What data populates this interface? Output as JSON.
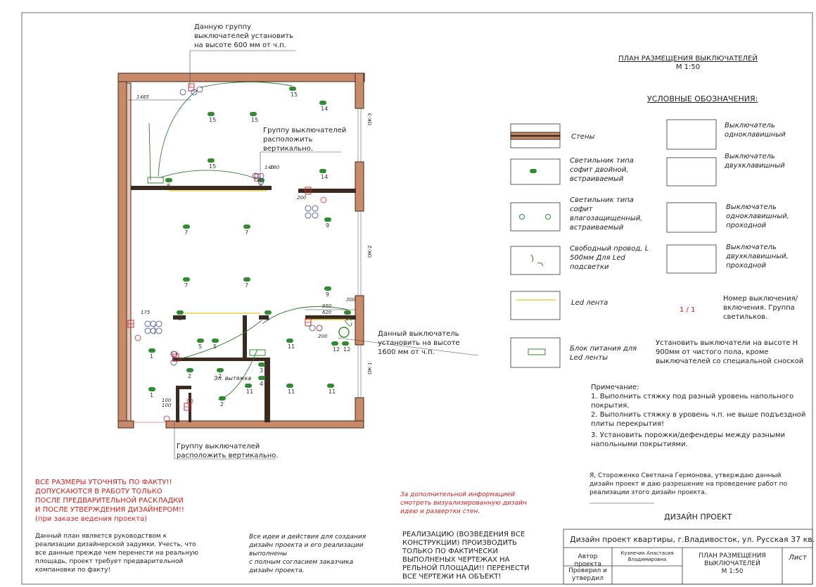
{
  "title": {
    "line1": "ПЛАН РАЗМЕЩЕНИЯ ВЫКЛЮЧАТЕЛЕЙ",
    "line2": "М 1:50"
  },
  "legend": {
    "heading": "УСЛОВНЫЕ ОБОЗНАЧЕНИЯ:",
    "left": [
      "Стены",
      "Светильник типа софит двойной, встраиваемый",
      "Светильник типа софит влагозащищенный, встраиваемый",
      "Свободный провод, L 500мм Для Led подсветки",
      "Led лента",
      "Блок питания для Led ленты"
    ],
    "right": [
      "Выключатель одноклавишный",
      "Выключатель двухклавишный",
      "Выключатель одноклавишный, проходной",
      "Выключатель двухклавишный, проходной",
      "Номер выключения/включения. Группа светильков."
    ],
    "number_sample": "1 / 1",
    "height_note": "Установить выключатели на высоте Н 900мм от чистого пола, кроме выключателей со специальной сноской"
  },
  "notes": {
    "heading": "Примечание:",
    "items": [
      "1. Выполнить стяжку под разный уровень напольного покрытия.",
      "2. Выполнить стяжку в уровень ч.п. не выше подъездной плиты перекрытия!",
      "3. Установить порожки/дефендеры между разными напольными покрытиями."
    ]
  },
  "approval": "Я, Стороженко  Светлана Гермонова, утверждаю данный дизайн проект и даю разрешение на проведение работ по реализации этого дизайн проекта.",
  "design_project_label": "ДИЗАЙН ПРОЕКТ",
  "plan_annotations": {
    "top": "Данную группу выключателей установить на высоте 600 мм от ч.п.",
    "vertical_1": "Группу выключателей расположить вертикально.",
    "switch_1600": "Данный выключатель установить на высоте 1600 мм от ч.п.",
    "vertical_2": "Группу выключателей расположить вертикально.",
    "room_label": "Эл. вытяжка",
    "windows": [
      "ОК-3",
      "ОК-2",
      "ОК-1"
    ]
  },
  "plan_numbers": {
    "lights": [
      "15",
      "14",
      "15",
      "15",
      "15",
      "14",
      "8",
      "8",
      "7",
      "7",
      "7",
      "7",
      "9",
      "9",
      "5",
      "5",
      "11",
      "11",
      "11",
      "11",
      "1",
      "1",
      "2",
      "2",
      "2",
      "3",
      "4",
      "6",
      "6",
      "10",
      "12",
      "12"
    ],
    "dims": [
      "1485",
      "140",
      "160",
      "200",
      "950",
      "300",
      "620",
      "200",
      "175",
      "100",
      "100"
    ]
  },
  "bottom_left": {
    "warning": "ВСЕ РАЗМЕРЫ УТОЧНЯТЬ ПО ФАКТУ!! ДОПУСКАЮТСЯ В РАБОТУ ТОЛЬКО ПОСЛЕ ПРЕДВАРИТЕЛЬНОЙ РАСКЛАДКИ И ПОСЛЕ УТВЕРЖДЕНИЯ ДИЗАЙНЕРОМ!! (при заказе ведения проекта)",
    "guide": "Данный план является руководством к реализации дизайнерской задумки. Учесть, что все данные прежде чем  перенести на реальную площадь, проект требует предварительной компановки по факту!"
  },
  "bottom_mid": {
    "ideas": "Все идеи и действия для создания дизайн проекта и его реализации выполнены\nс полным согласием заказчика дизайн проекта.",
    "extra_info": "За дополнительной информацией смотреть визуализированную дизайн идею и развертки стен.",
    "realization": "РЕАЛИЗАЦИЮ (ВОЗВЕДЕНИЯ ВСЕ КОНСТРУКЦИИ) ПРОИЗВОДИТЬ ТОЛЬКО ПО ФАКТИЧЕСКИ ВЫПОЛНЕНЫХ ЧЕРТЕЖАХ НА РЕЛЬНОЙ ПЛОЩАДИ!! ПЕРЕНЕСТИ ВСЕ ЧЕРТЕЖИ НА ОБЪЕКТ!"
  },
  "title_block": {
    "project": "Дизайн проект квартиры,  г.Владивосток, ул. Русская 37 кв.",
    "author_label": "Автор проекта",
    "author_name": "Кузнечик Анастасия Владимировна",
    "check_label": "Проверил и утвердил",
    "sheet_title": "ПЛАН РАЗМЕЩЕНИЯ ВЫКЛЮЧАТЕЛЕЙ\nМ 1:50",
    "sheet_label": "Лист"
  },
  "colors": {
    "wall": "#c98a6a",
    "wall_line": "#3a2a20",
    "light": "#2f8c2f",
    "switch": "#d42a2a",
    "wire": "#2e7d32",
    "led": "#e6d24a",
    "pair": "#3949ab"
  }
}
